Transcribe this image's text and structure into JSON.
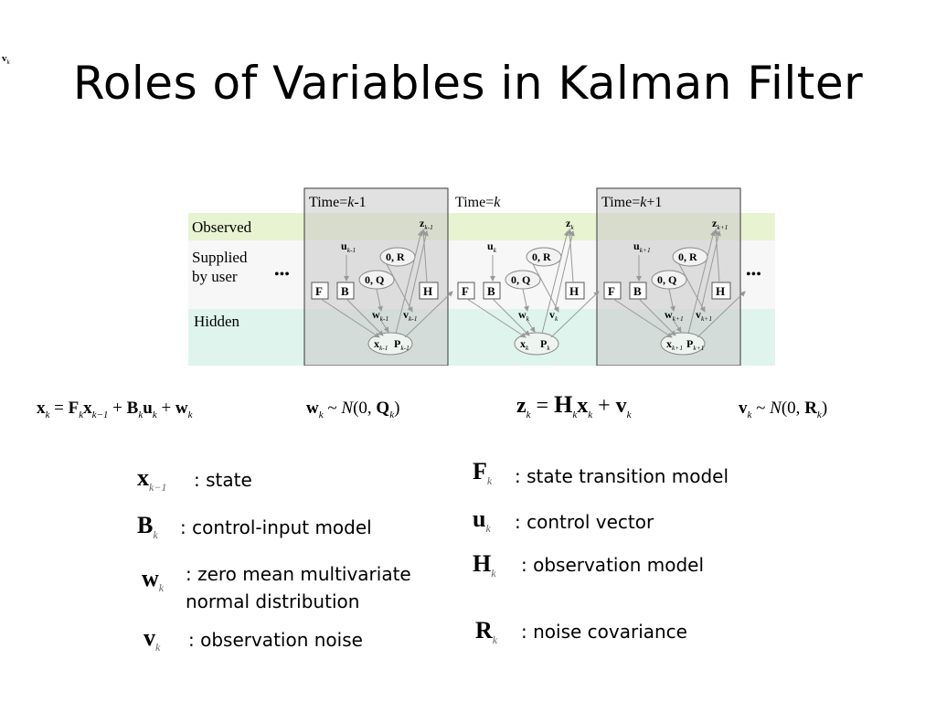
{
  "corner_mark": {
    "base": "v",
    "sub": "k"
  },
  "title": "Roles of Variables in Kalman Filter",
  "diagram": {
    "rows": [
      "Observed",
      "Supplied",
      "by user",
      "Hidden"
    ],
    "dots": "•••",
    "panels": [
      {
        "time_label": "Time=",
        "time_var": "k",
        "time_suffix": "-1",
        "u": "u",
        "u_sub": "k-1",
        "z": "z",
        "z_sub": "k-1",
        "w": "w",
        "w_sub": "k-1",
        "v": "v",
        "v_sub": "k-1",
        "x": "x",
        "x_sub": "k-1",
        "p": "P",
        "p_sub": "k-1",
        "r": "0, R",
        "q": "0, Q",
        "f": "F",
        "b": "B",
        "h": "H"
      },
      {
        "time_label": "Time=",
        "time_var": "k",
        "time_suffix": "",
        "u": "u",
        "u_sub": "k",
        "z": "z",
        "z_sub": "k",
        "w": "w",
        "w_sub": "k",
        "v": "v",
        "v_sub": "k",
        "x": "x",
        "x_sub": "k",
        "p": "P",
        "p_sub": "k",
        "r": "0, R",
        "q": "0, Q",
        "f": "F",
        "b": "B",
        "h": "H"
      },
      {
        "time_label": "Time=",
        "time_var": "k",
        "time_suffix": "+1",
        "u": "u",
        "u_sub": "k+1",
        "z": "z",
        "z_sub": "k+1",
        "w": "w",
        "w_sub": "k+1",
        "v": "v",
        "v_sub": "k+1",
        "x": "x",
        "x_sub": "k+1",
        "p": "P",
        "p_sub": "k+1",
        "r": "0, R",
        "q": "0, Q",
        "f": "F",
        "b": "B",
        "h": "H"
      }
    ]
  },
  "equations": {
    "state": {
      "x": "x",
      "k": "k",
      "eq": " = ",
      "F": "F",
      "xprev": "x",
      "kprev": "k−1",
      "plus1": " + ",
      "B": "B",
      "u": "u",
      "plus2": " + ",
      "w": "w"
    },
    "process_noise": {
      "w": "w",
      "k": "k",
      "tilde": " ~ ",
      "N": "N",
      "open": "(0, ",
      "Q": "Q",
      "close": ")"
    },
    "observation": {
      "z": "z",
      "k": "k",
      "eq": " = ",
      "H": "H",
      "x": "x",
      "plus": " + ",
      "v": "v"
    },
    "obs_noise": {
      "v": "v",
      "k": "k",
      "tilde": " ~ ",
      "N": "N",
      "open": "(0, ",
      "R": "R",
      "close": ")"
    }
  },
  "legend": [
    {
      "symbol": "x",
      "sub": "k−1",
      "text": ": state"
    },
    {
      "symbol": "B",
      "sub": "k",
      "text": ": control-input model"
    },
    {
      "symbol": "w",
      "sub": "k",
      "text": ": zero mean multivariate",
      "text2": "normal distribution"
    },
    {
      "symbol": "v",
      "sub": "k",
      "text": ": observation noise"
    },
    {
      "symbol": "F",
      "sub": "k",
      "text": ": state transition model"
    },
    {
      "symbol": "u",
      "sub": "k",
      "text": ": control vector"
    },
    {
      "symbol": "H",
      "sub": "k",
      "text": ": observation model"
    },
    {
      "symbol": "R",
      "sub": "k",
      "text": ": noise covariance"
    }
  ]
}
